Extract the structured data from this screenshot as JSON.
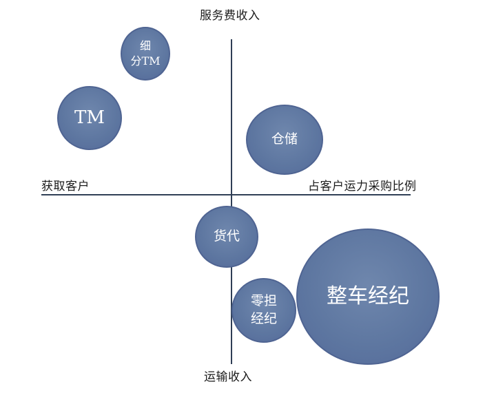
{
  "axes": {
    "top": "服务费收入",
    "bottom": "运输收入",
    "left": "获取客户",
    "right": "占客户运力采购比例"
  },
  "bubbles": {
    "xifen_tm": {
      "line1": "细",
      "line2": "分TM"
    },
    "tm": {
      "label": "TM"
    },
    "cangchu": {
      "label": "仓储"
    },
    "huodai": {
      "label": "货代"
    },
    "lingdan": {
      "line1": "零担",
      "line2": "经纪"
    },
    "zhengche": {
      "label": "整车经纪"
    }
  },
  "colors": {
    "bubble_fill": "#5d76a0",
    "bubble_border": "#4f6492",
    "axis": "#2f3e55",
    "text": "#1a1a1a"
  }
}
